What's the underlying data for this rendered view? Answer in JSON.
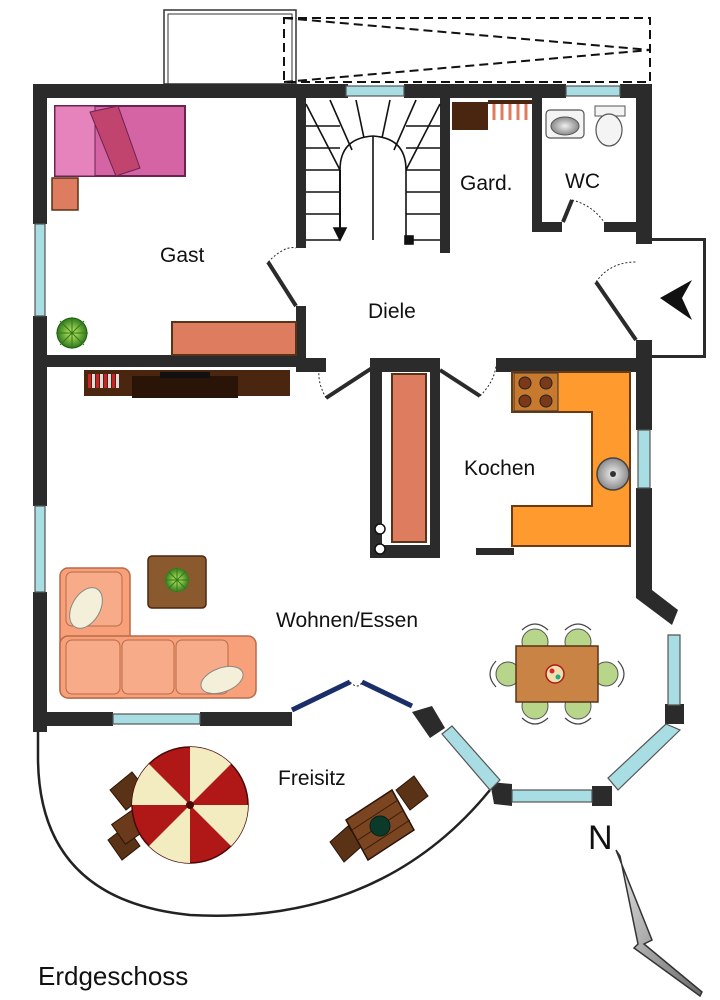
{
  "plan": {
    "floor_title": "Erdgeschoss",
    "rooms": {
      "gast": "Gast",
      "diele": "Diele",
      "garderobe": "Gard.",
      "wc": "WC",
      "kochen": "Kochen",
      "wohnen_essen": "Wohnen/Essen",
      "freisitz": "Freisitz"
    },
    "north_label": "N"
  },
  "colors": {
    "wall": "#2b2b2b",
    "window": "#a8dde3",
    "kitchen": "#ff9a2e",
    "sofa": "#f7a07a",
    "cabinet": "#dd7c5e",
    "bed": "#d464a4",
    "umbrella_red": "#b01818",
    "umbrella_cream": "#f3ecc0",
    "wood": "#5a3216",
    "table": "#c98445",
    "chair": "#b8d68a",
    "north_arrow": "#9a9a9a"
  }
}
